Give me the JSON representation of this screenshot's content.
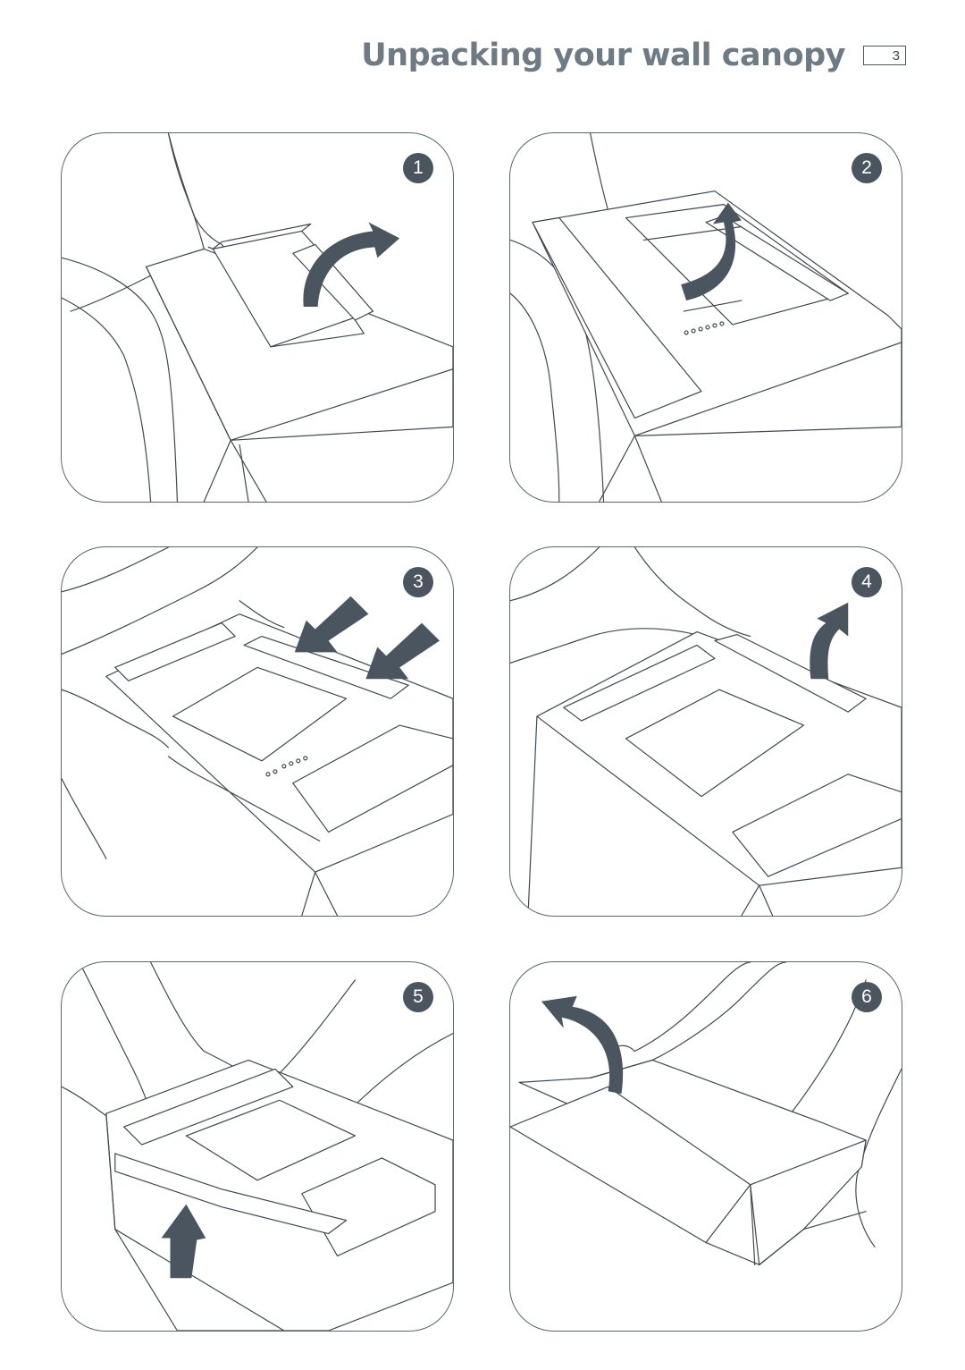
{
  "header": {
    "title": "Unpacking your wall canopy",
    "page_number": "3"
  },
  "steps": [
    {
      "number": "1",
      "arrow_icon": "curved-arrow-lift-icon"
    },
    {
      "number": "2",
      "arrow_icon": "curved-arrow-up-icon"
    },
    {
      "number": "3",
      "arrow_icon": "push-arrows-icon"
    },
    {
      "number": "4",
      "arrow_icon": "curved-arrow-up-icon"
    },
    {
      "number": "5",
      "arrow_icon": "arrow-up-icon"
    },
    {
      "number": "6",
      "arrow_icon": "curved-arrow-back-icon"
    }
  ],
  "colors": {
    "title": "#6e7a84",
    "line": "#3f4850",
    "badge": "#4a5560",
    "arrow": "#4a5560"
  }
}
